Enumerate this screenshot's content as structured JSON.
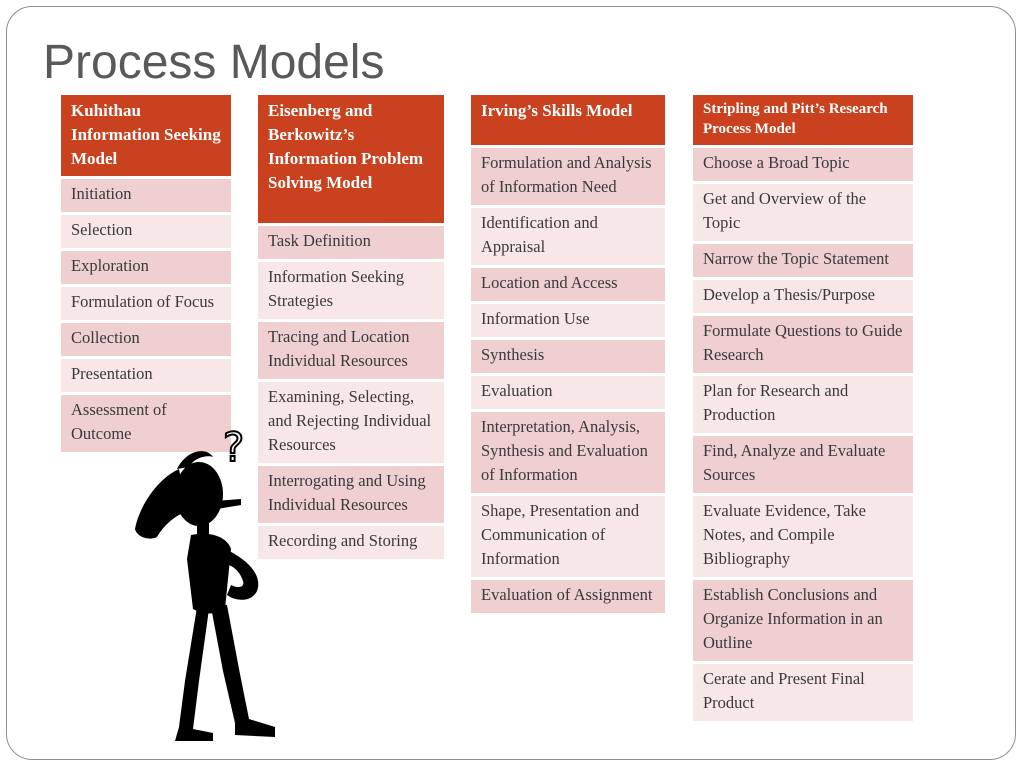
{
  "slide": {
    "title": "Process Models"
  },
  "columns": [
    {
      "header": "Kuhithau Information Seeking Model",
      "items": [
        "Initiation",
        "Selection",
        "Exploration",
        "Formulation of Focus",
        "Collection",
        "Presentation",
        "Assessment of Outcome"
      ]
    },
    {
      "header": "Eisenberg and Berkowitz’s Information Problem Solving Model",
      "items": [
        "Task Definition",
        "Information Seeking Strategies",
        "Tracing and Location Individual Resources",
        "Examining, Selecting, and Rejecting Individual Resources",
        "Interrogating and Using Individual Resources",
        "Recording and Storing"
      ]
    },
    {
      "header": "Irving’s Skills Model",
      "items": [
        "Formulation and Analysis of Information Need",
        "Identification and Appraisal",
        "Location and Access",
        "Information Use",
        "Synthesis",
        "Evaluation",
        "Interpretation, Analysis, Synthesis and Evaluation of Information",
        "Shape, Presentation and Communication of Information",
        "Evaluation of Assignment"
      ]
    },
    {
      "header": "Stripling and Pitt’s Research Process Model",
      "items": [
        "Choose a Broad Topic",
        "Get and Overview of the Topic",
        "Narrow the Topic Statement",
        "Develop a Thesis/Purpose",
        "Formulate Questions to Guide Research",
        "Plan for Research and Production",
        "Find, Analyze and Evaluate Sources",
        "Evaluate Evidence, Take Notes, and Compile Bibliography",
        "Establish Conclusions and Organize Information in an Outline",
        "Cerate and Present Final Product"
      ]
    }
  ],
  "figure": {
    "icon": "confused-stick-figure-icon",
    "glyph": "?"
  },
  "colors": {
    "header": "#c9411e",
    "row_dark": "#efcfcf",
    "row_light": "#f7e7e7",
    "title": "#595959"
  }
}
